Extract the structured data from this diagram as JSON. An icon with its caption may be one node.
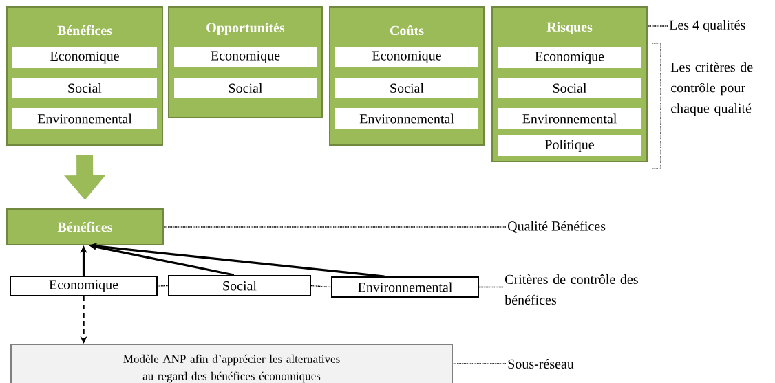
{
  "diagram": {
    "nodes": [
      {
        "text": [
          "Bénéfices"
        ]
      },
      {
        "text": [
          "Economique"
        ],
        "in": 0
      },
      {
        "text": [
          "Social"
        ],
        "in": 0
      },
      {
        "text": [
          "Environnemental"
        ],
        "in": 0
      },
      {
        "text": [
          "Opportunités"
        ]
      },
      {
        "text": [
          "Economique"
        ],
        "in": 4
      },
      {
        "text": [
          "Social"
        ],
        "in": 4
      },
      {
        "text": [
          "Coûts"
        ]
      },
      {
        "text": [
          "Economique"
        ],
        "in": 7
      },
      {
        "text": [
          "Social"
        ],
        "in": 7
      },
      {
        "text": [
          "Environnemental"
        ],
        "in": 7
      },
      {
        "text": [
          "Risques"
        ]
      },
      {
        "text": [
          "Economique"
        ],
        "in": 11
      },
      {
        "text": [
          "Social"
        ],
        "in": 11
      },
      {
        "text": [
          "Environnemental"
        ],
        "in": 11
      },
      {
        "text": [
          "Politique"
        ],
        "in": 11
      },
      {
        "text": [
          "Bénéfices"
        ]
      },
      {
        "text": [
          "Economique"
        ]
      },
      {
        "text": [
          "Social"
        ]
      },
      {
        "text": [
          "Environnemental"
        ]
      },
      {
        "text": [
          "Modèle ANP afin d’apprécier les alternatives au regard des bénéfices économiques"
        ]
      },
      {
        "text": [
          "Les 4 qualités"
        ]
      },
      {
        "text": [
          "Qualité Bénéfices"
        ]
      },
      {
        "text": [
          "Critères de contrôle des bénéfices"
        ]
      },
      {
        "text": [
          "Sous-réseau"
        ]
      }
    ],
    "edges": [
      {
        "from": 0,
        "to": 16,
        "arrow": "to",
        "style": "thick",
        "color": "#9bbb59"
      },
      {
        "from": 17,
        "to": 16,
        "arrow": "to",
        "style": "thick"
      },
      {
        "from": 18,
        "to": 16,
        "arrow": "to",
        "style": "thick"
      },
      {
        "from": 19,
        "to": 16,
        "arrow": "to",
        "style": "thick"
      },
      {
        "from": 17,
        "to": 20,
        "arrow": "to",
        "style": "dashed"
      },
      {
        "from": 17,
        "to": 18,
        "arrow": "none",
        "style": "dashed"
      },
      {
        "from": 18,
        "to": 19,
        "arrow": "none",
        "style": "dashed"
      },
      {
        "from": 21,
        "to": 11,
        "arrow": "none",
        "style": "dashed"
      },
      {
        "from": 22,
        "to": 16,
        "arrow": "none",
        "style": "dashed"
      },
      {
        "from": 23,
        "to": 19,
        "arrow": "none",
        "style": "dashed"
      },
      {
        "from": 24,
        "to": 20,
        "arrow": "none",
        "style": "dashed"
      }
    ],
    "labels": [
      "Les critères de contrôle pour chaque qualité"
    ]
  }
}
